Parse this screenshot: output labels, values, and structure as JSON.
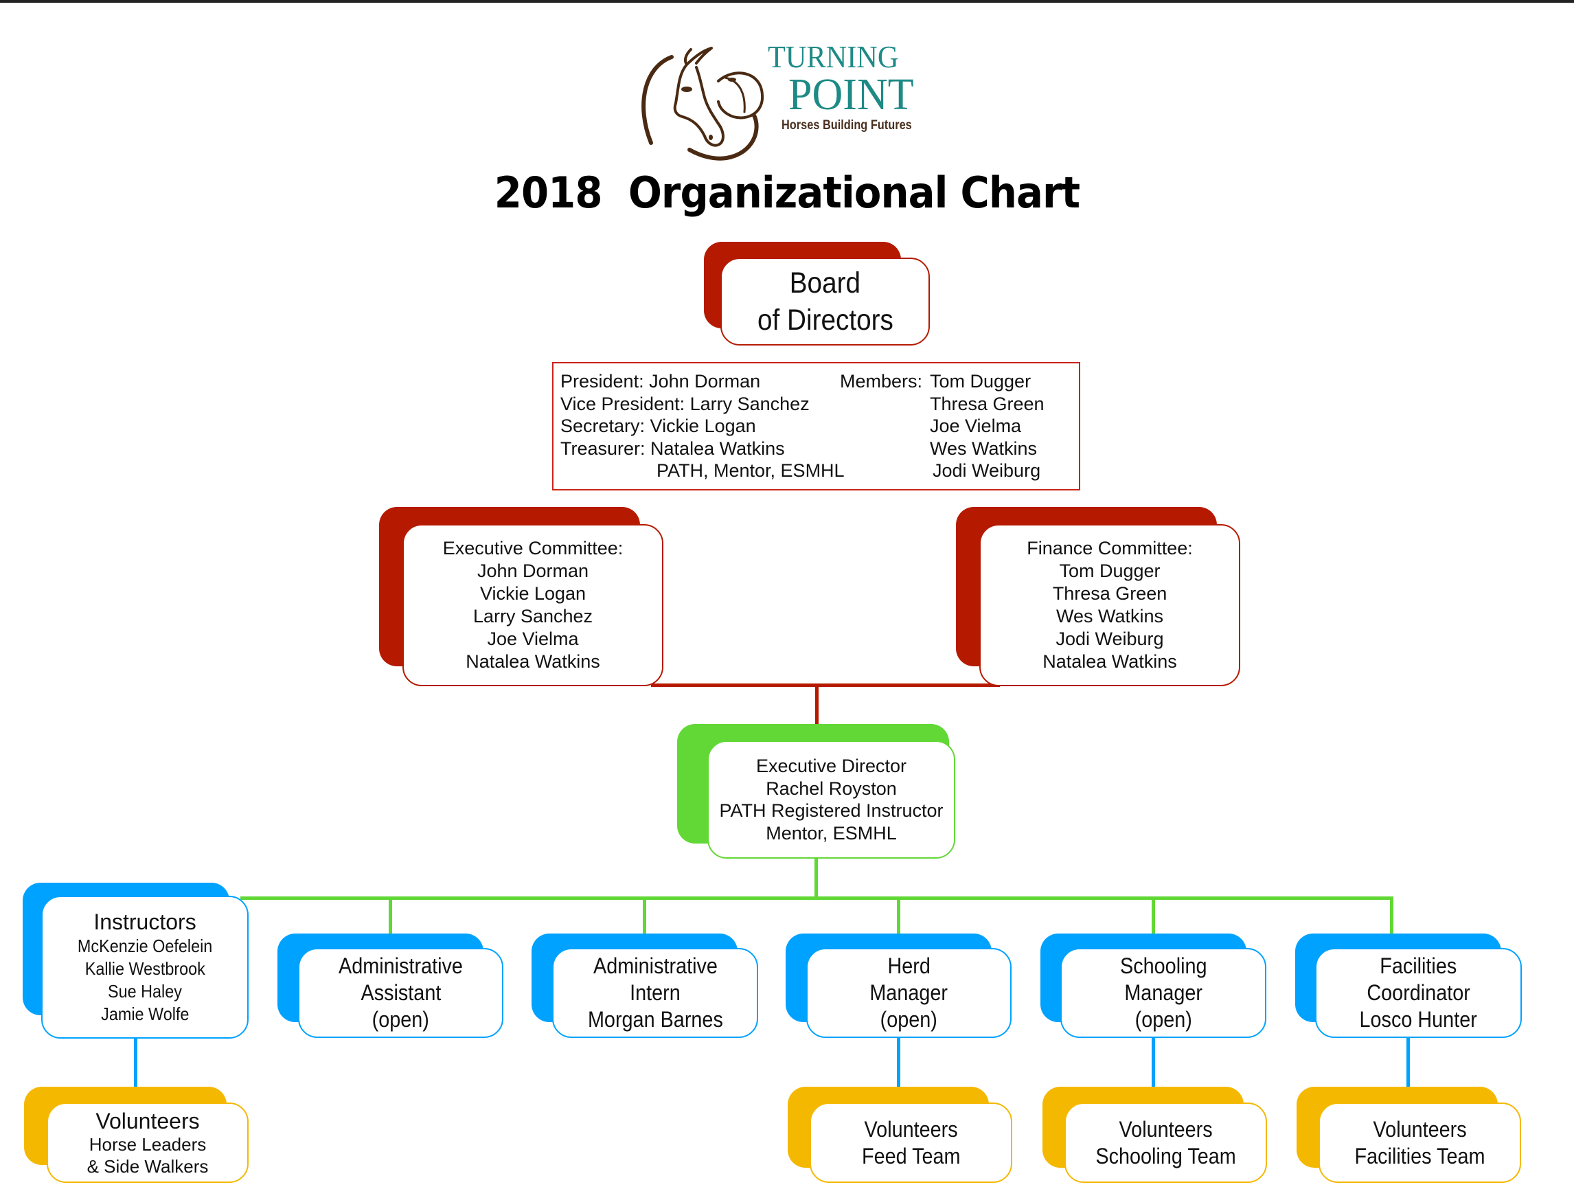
{
  "logo": {
    "name_line1": "TURNING",
    "name_line2": "POINT",
    "tagline": "Horses Building Futures",
    "icon": "horse-with-helmet-icon",
    "colors": {
      "text": "#1e8a86",
      "icon": "#4a2a12"
    }
  },
  "title": "2018  Organizational Chart",
  "colors": {
    "board": "#b51a00",
    "executive": "#62d836",
    "staff": "#00a2ff",
    "volunteers": "#f5b800"
  },
  "board": {
    "lines": [
      "Board",
      "of Directors"
    ],
    "officers": [
      "President: John Dorman",
      "Vice President: Larry Sanchez",
      "Secretary: Vickie Logan",
      "Treasurer: Natalea Watkins",
      "PATH, Mentor, ESMHL"
    ],
    "members_label": "Members:",
    "members": [
      "Tom Dugger",
      "Thresa Green",
      "Joe Vielma",
      "Wes Watkins",
      "Jodi Weiburg"
    ]
  },
  "executive_committee": {
    "lines": [
      "Executive Committee:",
      "John Dorman",
      "Vickie Logan",
      "Larry Sanchez",
      "Joe Vielma",
      "Natalea Watkins"
    ]
  },
  "finance_committee": {
    "lines": [
      "Finance Committee:",
      "Tom Dugger",
      "Thresa Green",
      "Wes Watkins",
      "Jodi Weiburg",
      "Natalea Watkins"
    ]
  },
  "executive_director": {
    "lines": [
      "Executive Director",
      "Rachel Royston",
      "PATH Registered Instructor",
      "Mentor, ESMHL"
    ]
  },
  "staff": [
    {
      "title": "Instructors",
      "lines": [
        "McKenzie Oefelein",
        "Kallie Westbrook",
        "Sue Haley",
        "Jamie Wolfe"
      ]
    },
    {
      "lines": [
        "Administrative",
        "Assistant",
        "(open)"
      ]
    },
    {
      "lines": [
        "Administrative",
        "Intern",
        "Morgan Barnes"
      ]
    },
    {
      "lines": [
        "Herd",
        "Manager",
        "(open)"
      ]
    },
    {
      "lines": [
        "Schooling",
        "Manager",
        "(open)"
      ]
    },
    {
      "lines": [
        "Facilities",
        "Coordinator",
        "Losco Hunter"
      ]
    }
  ],
  "volunteers": [
    {
      "title": "Volunteers",
      "lines": [
        "Horse Leaders",
        "& Side Walkers"
      ]
    },
    {
      "lines": [
        "Volunteers",
        "Feed Team"
      ]
    },
    {
      "lines": [
        "Volunteers",
        "Schooling Team"
      ]
    },
    {
      "lines": [
        "Volunteers",
        "Facilities Team"
      ]
    }
  ]
}
